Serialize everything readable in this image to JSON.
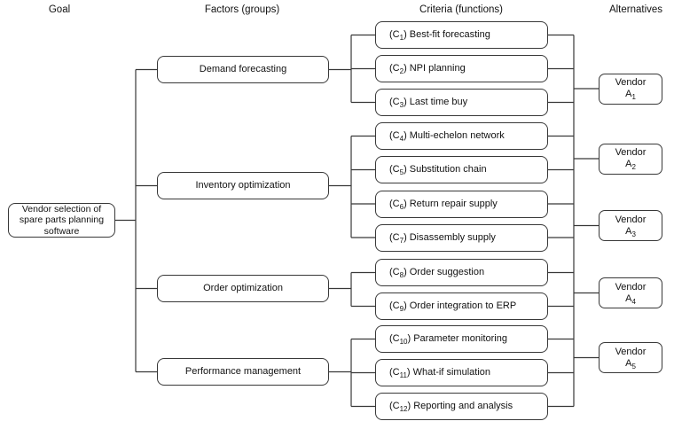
{
  "column_headers": [
    {
      "label": "Goal"
    },
    {
      "label": "Factors (groups)"
    },
    {
      "label": "Criteria (functions)"
    },
    {
      "label": "Alternatives"
    }
  ],
  "goal": {
    "label": "Vendor selection of spare parts planning software"
  },
  "factors": [
    {
      "label": "Demand forecasting"
    },
    {
      "label": "Inventory optimization"
    },
    {
      "label": "Order optimization"
    },
    {
      "label": "Performance management"
    }
  ],
  "criteria": [
    {
      "code": "(C1)",
      "label": "Best-fit forecasting",
      "group": 0
    },
    {
      "code": "(C2)",
      "label": "NPI planning",
      "group": 0
    },
    {
      "code": "(C3)",
      "label": "Last time buy",
      "group": 0
    },
    {
      "code": "(C4)",
      "label": "Multi-echelon network",
      "group": 1
    },
    {
      "code": "(C5)",
      "label": "Substitution chain",
      "group": 1
    },
    {
      "code": "(C6)",
      "label": "Return repair supply",
      "group": 1
    },
    {
      "code": "(C7)",
      "label": "Disassembly supply",
      "group": 1
    },
    {
      "code": "(C8)",
      "label": "Order suggestion",
      "group": 2
    },
    {
      "code": "(C9)",
      "label": "Order integration to ERP",
      "group": 2
    },
    {
      "code": "(C10)",
      "label": "Parameter monitoring",
      "group": 3
    },
    {
      "code": "(C11)",
      "label": "What-if simulation",
      "group": 3
    },
    {
      "code": "(C12)",
      "label": "Reporting and analysis",
      "group": 3
    }
  ],
  "vendors": [
    {
      "name": "Vendor",
      "code": "A1"
    },
    {
      "name": "Vendor",
      "code": "A2"
    },
    {
      "name": "Vendor",
      "code": "A3"
    },
    {
      "name": "Vendor",
      "code": "A4"
    },
    {
      "name": "Vendor",
      "code": "A5"
    }
  ],
  "colors": {
    "line": "#383838",
    "text": "#111111",
    "node_fill": "#ffffff",
    "background": "#ffffff"
  }
}
